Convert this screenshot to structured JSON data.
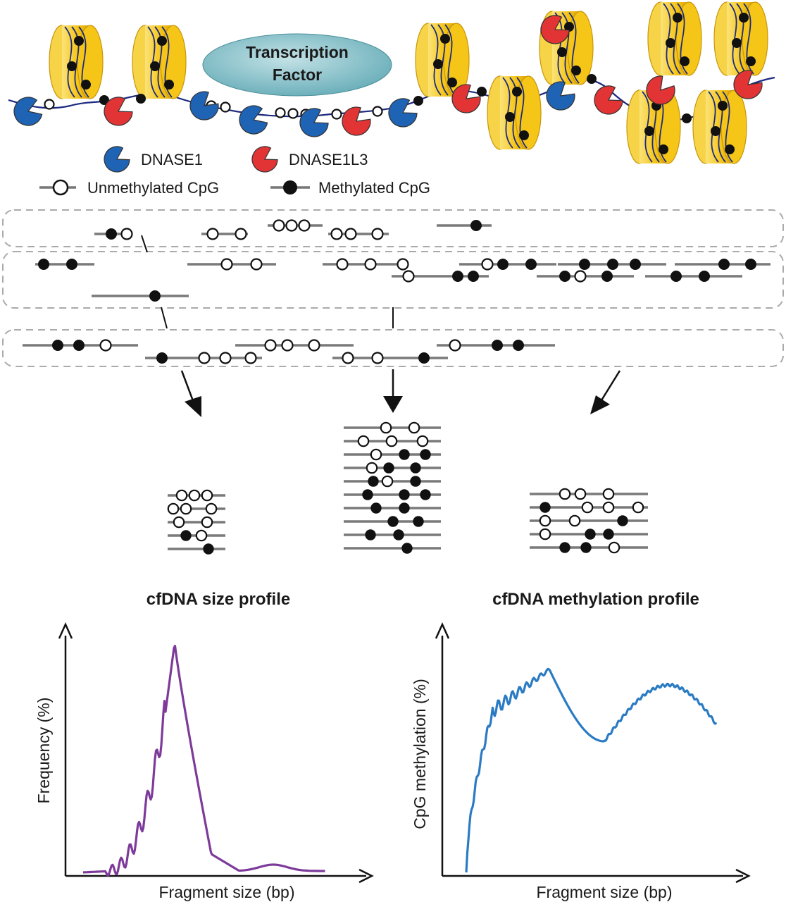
{
  "tf_label": {
    "line1": "Transcription",
    "line2": "Factor"
  },
  "legend": {
    "dnase1": "DNASE1",
    "dnase1l3": "DNASE1L3",
    "unmethylated": "Unmethylated CpG",
    "methylated": "Methylated CpG"
  },
  "colors": {
    "dnase1": "#1f63b4",
    "dnase1l3": "#e23434",
    "nucleosome": "#f5c518",
    "dna_strand": "#1d2a80",
    "tf_bubble": "#8ec4cc",
    "size_curve": "#7d3a9a",
    "methylation_curve": "#2a7bc4"
  },
  "size_chart": {
    "title": "cfDNA size profile",
    "xlabel": "Fragment size (bp)",
    "ylabel": "Frequency (%)"
  },
  "methylation_chart": {
    "title": "cfDNA methylation profile",
    "xlabel": "Fragment size (bp)",
    "ylabel": "CpG methylation (%)"
  }
}
